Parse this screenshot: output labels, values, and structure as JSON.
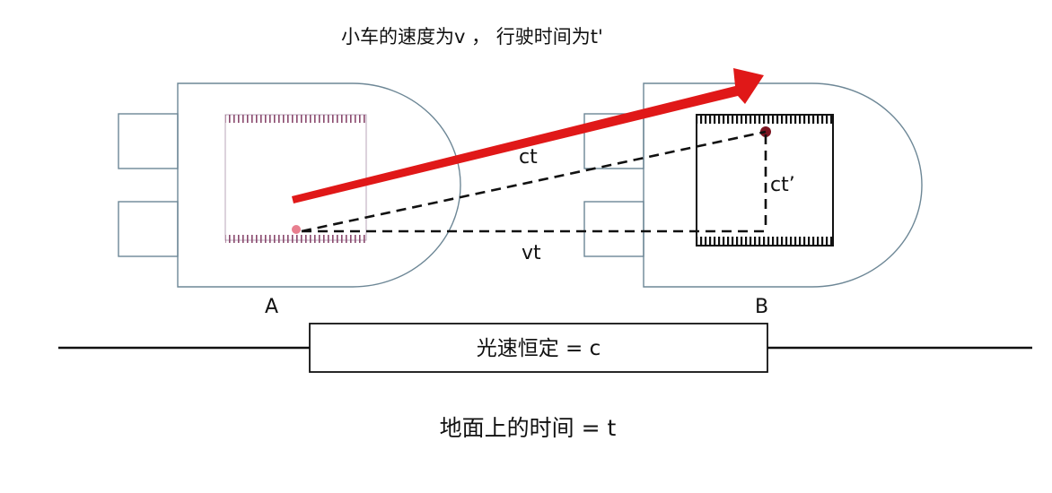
{
  "title": "小车的速度为v ， 行驶时间为t'",
  "labels": {
    "car_a": "A",
    "car_b": "B",
    "ct": "ct",
    "ct_prime": "ct’",
    "vt": "vt"
  },
  "speed_box": "光速恒定 = c",
  "ground_time": "地面上的时间 = t",
  "colors": {
    "arrow": "#e01818",
    "outline": "#6d8796",
    "line": "#111111",
    "source_dot": "#e87f8f",
    "target_dot": "#7a1420"
  }
}
